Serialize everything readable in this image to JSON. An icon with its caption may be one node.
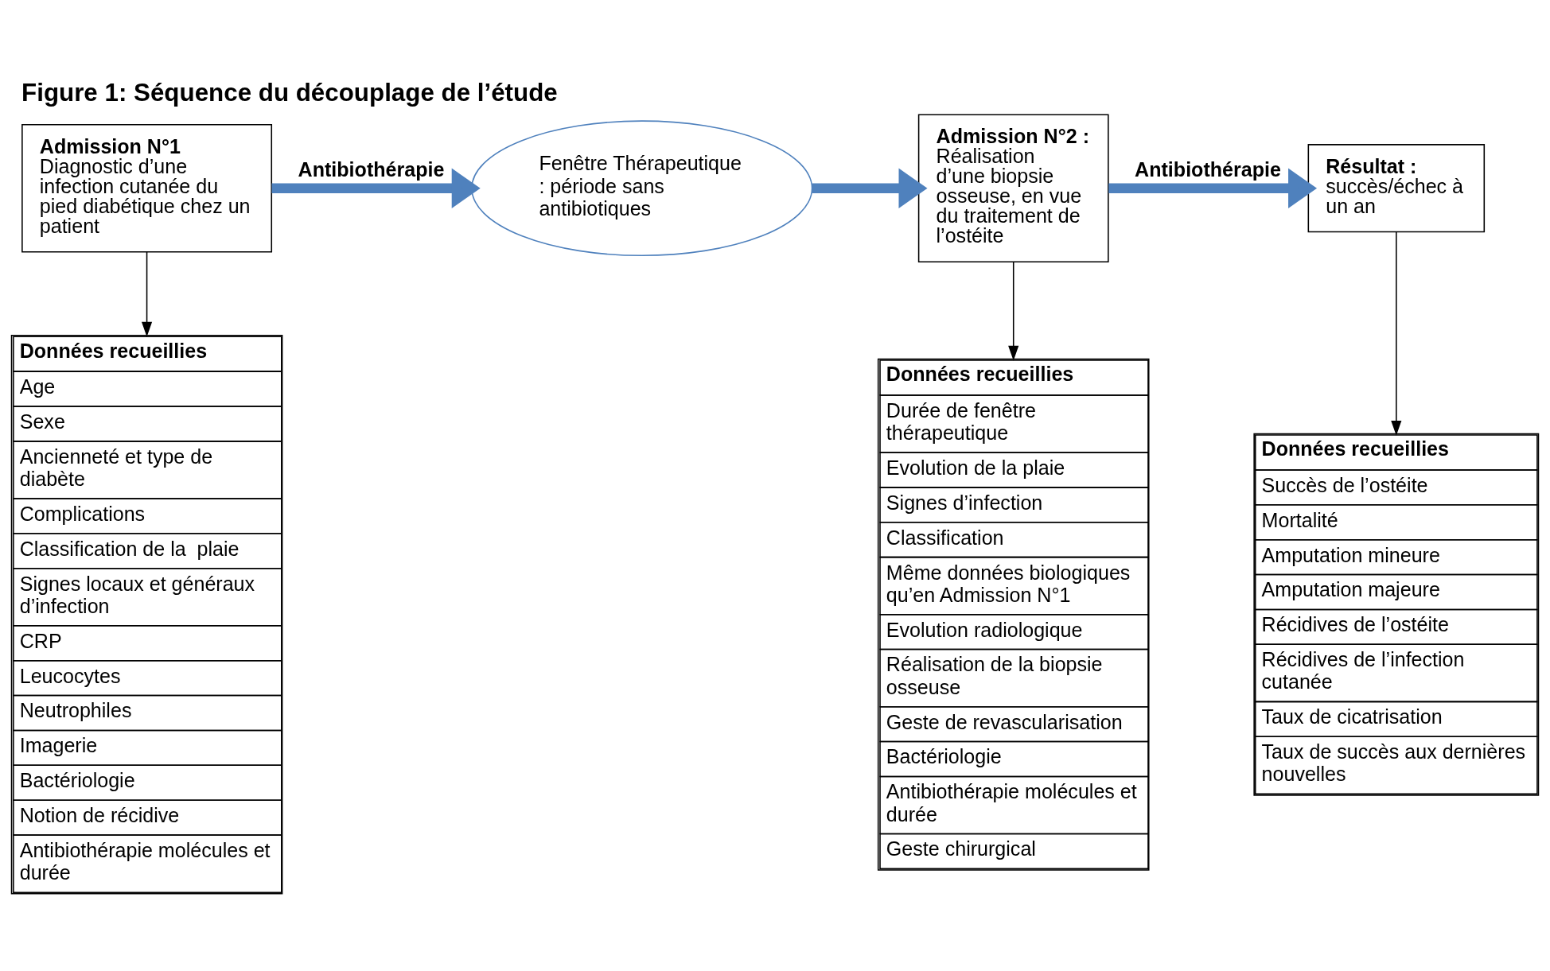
{
  "diagram": {
    "title": "Figure 1: Séquence du découplage de l’étude",
    "nodes": [
      {
        "text": [
          "Admission N°1",
          "Diagnostic d’une infection cutanée du pied diabétique chez un patient"
        ]
      },
      {
        "text": [
          "Fenêtre Thérapeutique : période sans antibiotiques"
        ]
      },
      {
        "text": [
          "Admission N°2 :",
          "Réalisation d’une biopsie osseuse, en vue du traitement de l’ostéite"
        ]
      },
      {
        "text": [
          "Résultat :",
          "succès/échec à un an"
        ]
      },
      {
        "text": [
          "Données recueillies",
          "Age",
          "Sexe",
          "Ancienneté et type de diabète",
          "Complications",
          "Classification de la  plaie",
          "Signes locaux et généraux d’infection",
          "CRP",
          "Leucocytes",
          "Neutrophiles",
          "Imagerie",
          "Bactériologie",
          "Notion de récidive",
          "Antibiothérapie molécules et durée"
        ]
      },
      {
        "text": [
          "Données recueillies",
          "Durée de fenêtre thérapeutique",
          "Evolution de la plaie",
          "Signes d’infection",
          "Classification",
          "Même données biologiques qu’en Admission N°1",
          "Evolution radiologique",
          "Réalisation de la biopsie osseuse",
          "Geste de revascularisation",
          "Bactériologie",
          "Antibiothérapie molécules et durée",
          "Geste chirurgical"
        ]
      },
      {
        "text": [
          "Données recueillies",
          "Succès de l’ostéite",
          "Mortalité",
          "Amputation mineure",
          "Amputation majeure",
          "Récidives de l’ostéite",
          "Récidives de l’infection cutanée",
          "Taux de cicatrisation",
          "Taux de succès aux dernières nouvelles"
        ]
      }
    ],
    "edges": [
      {
        "from": 0,
        "to": 1,
        "arrow": "to",
        "label": "Antibiothérapie",
        "style": "thick"
      },
      {
        "from": 1,
        "to": 2,
        "arrow": "to",
        "style": "thick"
      },
      {
        "from": 2,
        "to": 3,
        "arrow": "to",
        "label": "Antibiothérapie",
        "style": "thick"
      },
      {
        "from": 0,
        "to": 4,
        "arrow": "to",
        "color": "#000000"
      },
      {
        "from": 2,
        "to": 5,
        "arrow": "to",
        "color": "#000000"
      },
      {
        "from": 3,
        "to": 6,
        "arrow": "to",
        "color": "#000000"
      }
    ]
  }
}
